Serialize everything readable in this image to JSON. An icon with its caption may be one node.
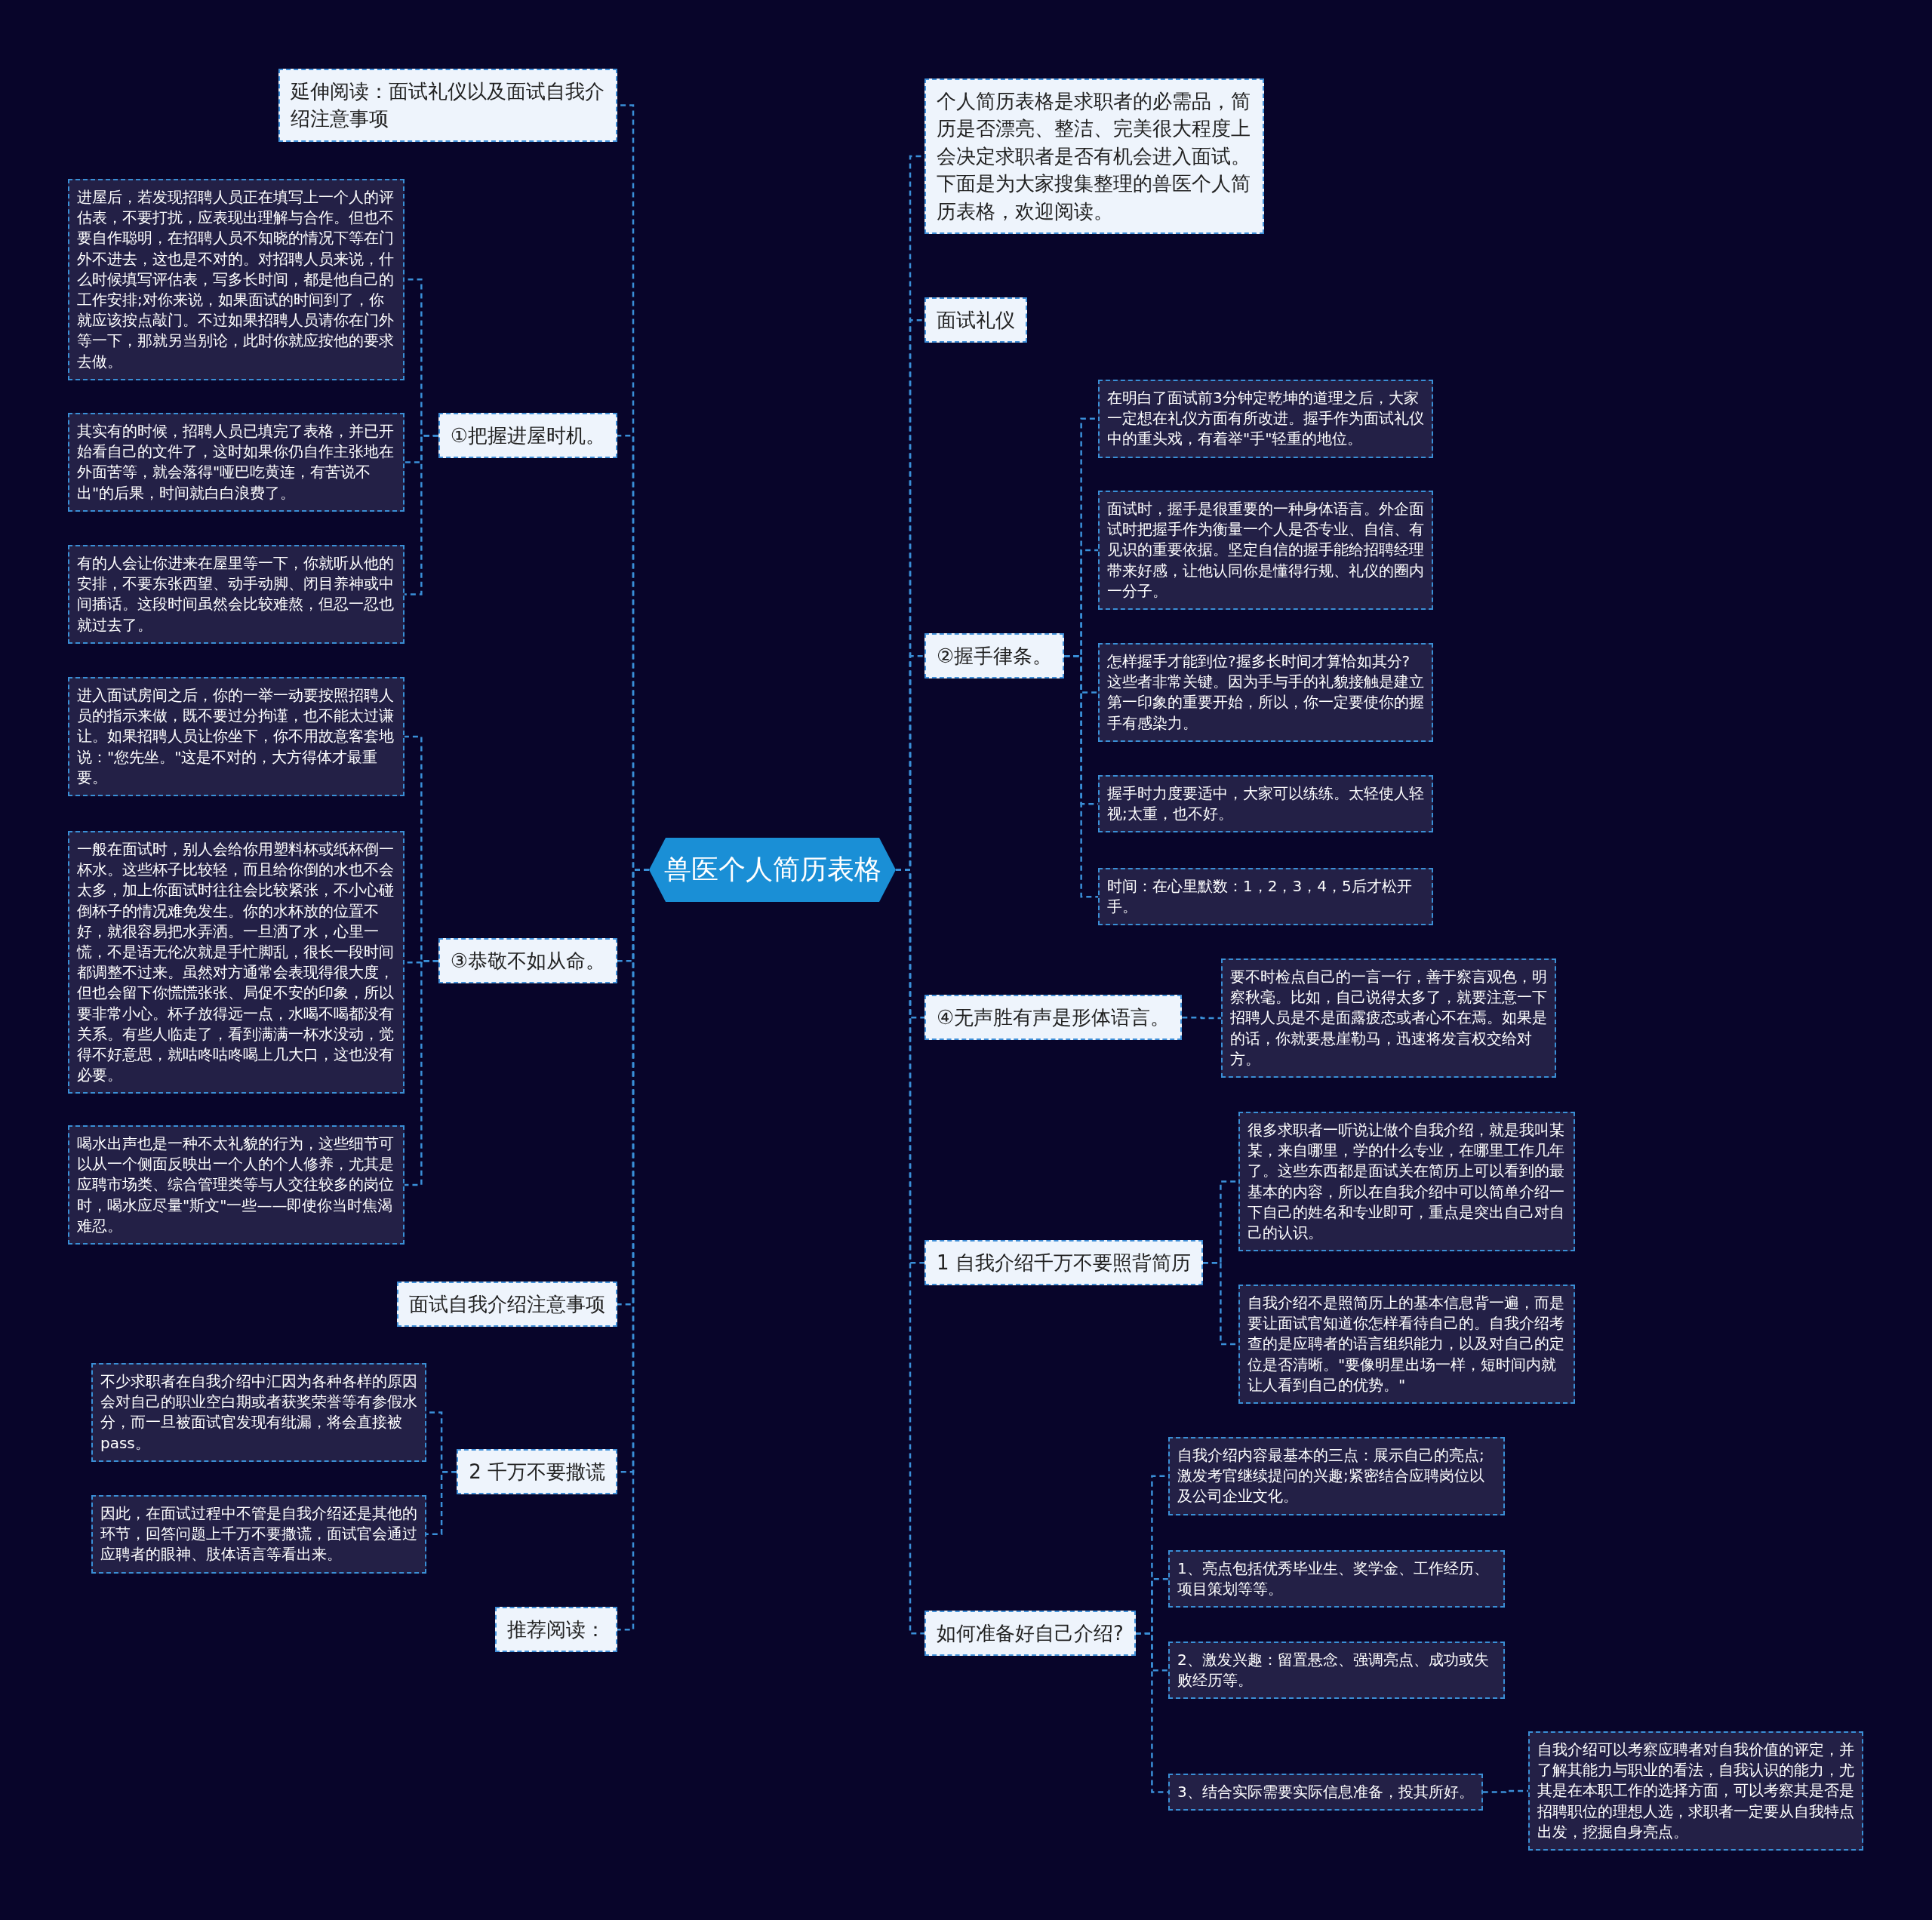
{
  "diagram": {
    "nodes": [
      {
        "text": [
          "兽医个人简历表格"
        ]
      },
      {
        "text": [
          "延伸阅读：面试礼仪以及面试自我介绍注意事项"
        ]
      },
      {
        "text": [
          "①把握进屋时机。"
        ]
      },
      {
        "text": [
          "进屋后，若发现招聘人员正在填写上一个人的评估表，不要打扰，应表现出理解与合作。但也不要自作聪明，在招聘人员不知晓的情况下等在门外不进去，这也是不对的。对招聘人员来说，什么时候填写评估表，写多长时间，都是他自己的工作安排;对你来说，如果面试的时间到了，你就应该按点敲门。不过如果招聘人员请你在门外等一下，那就另当别论，此时你就应按他的要求去做。"
        ]
      },
      {
        "text": [
          "其实有的时候，招聘人员已填完了表格，并已开始看自己的文件了，这时如果你仍自作主张地在外面苦等，就会落得\"哑巴吃黄连，有苦说不出\"的后果，时间就白白浪费了。"
        ]
      },
      {
        "text": [
          "有的人会让你进来在屋里等一下，你就听从他的安排，不要东张西望、动手动脚、闭目养神或中间插话。这段时间虽然会比较难熬，但忍一忍也就过去了。"
        ]
      },
      {
        "text": [
          "③恭敬不如从命。"
        ]
      },
      {
        "text": [
          "进入面试房间之后，你的一举一动要按照招聘人员的指示来做，既不要过分拘谨，也不能太过谦让。如果招聘人员让你坐下，你不用故意客套地说：\"您先坐。\"这是不对的，大方得体才最重要。"
        ]
      },
      {
        "text": [
          "一般在面试时，别人会给你用塑料杯或纸杯倒一杯水。这些杯子比较轻，而且给你倒的水也不会太多，加上你面试时往往会比较紧张，不小心碰倒杯子的情况难免发生。你的水杯放的位置不好，就很容易把水弄洒。一旦洒了水，心里一慌，不是语无伦次就是手忙脚乱，很长一段时间都调整不过来。虽然对方通常会表现得很大度，但也会留下你慌慌张张、局促不安的印象，所以要非常小心。杯子放得远一点，水喝不喝都没有关系。有些人临走了，看到满满一杯水没动，觉得不好意思，就咕咚咕咚喝上几大口，这也没有必要。"
        ]
      },
      {
        "text": [
          "喝水出声也是一种不太礼貌的行为，这些细节可以从一个侧面反映出一个人的个人修养，尤其是应聘市场类、综合管理类等与人交往较多的岗位时，喝水应尽量\"斯文\"一些——即使你当时焦渴难忍。"
        ]
      },
      {
        "text": [
          "面试自我介绍注意事项"
        ]
      },
      {
        "text": [
          "2 千万不要撒谎"
        ]
      },
      {
        "text": [
          "不少求职者在自我介绍中汇因为各种各样的原因会对自己的职业空白期或者获奖荣誉等有参假水分，而一旦被面试官发现有纰漏，将会直接被pass。"
        ]
      },
      {
        "text": [
          "因此，在面试过程中不管是自我介绍还是其他的环节，回答问题上千万不要撒谎，面试官会通过应聘者的眼神、肢体语言等看出来。"
        ]
      },
      {
        "text": [
          "推荐阅读："
        ]
      },
      {
        "text": [
          "个人简历表格是求职者的必需品，简历是否漂亮、整洁、完美很大程度上会决定求职者是否有机会进入面试。下面是为大家搜集整理的兽医个人简历表格，欢迎阅读。"
        ]
      },
      {
        "text": [
          "面试礼仪"
        ]
      },
      {
        "text": [
          "②握手律条。"
        ]
      },
      {
        "text": [
          "在明白了面试前3分钟定乾坤的道理之后，大家一定想在礼仪方面有所改进。握手作为面试礼仪中的重头戏，有着举\"手\"轻重的地位。"
        ]
      },
      {
        "text": [
          "面试时，握手是很重要的一种身体语言。外企面试时把握手作为衡量一个人是否专业、自信、有见识的重要依据。坚定自信的握手能给招聘经理带来好感，让他认同你是懂得行规、礼仪的圈内一分子。"
        ]
      },
      {
        "text": [
          "怎样握手才能到位?握多长时间才算恰如其分?这些者非常关键。因为手与手的礼貌接触是建立第一印象的重要开始，所以，你一定要使你的握手有感染力。"
        ]
      },
      {
        "text": [
          "握手时力度要适中，大家可以练练。太轻使人轻视;太重，也不好。"
        ]
      },
      {
        "text": [
          "时间：在心里默数：1，2，3，4，5后才松开手。"
        ]
      },
      {
        "text": [
          "④无声胜有声是形体语言。"
        ]
      },
      {
        "text": [
          "要不时检点自己的一言一行，善于察言观色，明察秋毫。比如，自己说得太多了，就要注意一下招聘人员是不是面露疲态或者心不在焉。如果是的话，你就要悬崖勒马，迅速将发言权交给对方。"
        ]
      },
      {
        "text": [
          "1 自我介绍千万不要照背简历"
        ]
      },
      {
        "text": [
          "很多求职者一听说让做个自我介绍，就是我叫某某，来自哪里，学的什么专业，在哪里工作几年了。这些东西都是面试关在简历上可以看到的最基本的内容，所以在自我介绍中可以简单介绍一下自己的姓名和专业即可，重点是突出自己对自己的认识。"
        ]
      },
      {
        "text": [
          "自我介绍不是照简历上的基本信息背一遍，而是要让面试官知道你怎样看待自己的。自我介绍考查的是应聘者的语言组织能力，以及对自己的定位是否清晰。\"要像明星出场一样，短时间内就让人看到自己的优势。\""
        ]
      },
      {
        "text": [
          "如何准备好自己介绍?"
        ]
      },
      {
        "text": [
          "自我介绍内容最基本的三点：展示自己的亮点;激发考官继续提问的兴趣;紧密结合应聘岗位以及公司企业文化。"
        ]
      },
      {
        "text": [
          "1、亮点包括优秀毕业生、奖学金、工作经历、项目策划等等。"
        ]
      },
      {
        "text": [
          "2、激发兴趣：留置悬念、强调亮点、成功或失败经历等。"
        ]
      },
      {
        "text": [
          "3、结合实际需要实际信息准备，投其所好。"
        ]
      },
      {
        "text": [
          "自我介绍可以考察应聘者对自我价值的评定，并了解其能力与职业的看法，自我认识的能力，尤其是在本职工作的选择方面，可以考察其是否是招聘职位的理想人选，求职者一定要从自我特点出发，挖掘自身亮点。"
        ]
      }
    ],
    "edges": [
      {
        "from": 0,
        "to": 1,
        "arrow": "none"
      },
      {
        "from": 0,
        "to": 2,
        "arrow": "none"
      },
      {
        "from": 2,
        "to": 3,
        "arrow": "none"
      },
      {
        "from": 2,
        "to": 4,
        "arrow": "none"
      },
      {
        "from": 2,
        "to": 5,
        "arrow": "none"
      },
      {
        "from": 0,
        "to": 6,
        "arrow": "none"
      },
      {
        "from": 6,
        "to": 7,
        "arrow": "none"
      },
      {
        "from": 6,
        "to": 8,
        "arrow": "none"
      },
      {
        "from": 6,
        "to": 9,
        "arrow": "none"
      },
      {
        "from": 0,
        "to": 10,
        "arrow": "none"
      },
      {
        "from": 0,
        "to": 11,
        "arrow": "none"
      },
      {
        "from": 11,
        "to": 12,
        "arrow": "none"
      },
      {
        "from": 11,
        "to": 13,
        "arrow": "none"
      },
      {
        "from": 0,
        "to": 14,
        "arrow": "none"
      },
      {
        "from": 0,
        "to": 15,
        "arrow": "none"
      },
      {
        "from": 0,
        "to": 16,
        "arrow": "none"
      },
      {
        "from": 0,
        "to": 17,
        "arrow": "none"
      },
      {
        "from": 17,
        "to": 18,
        "arrow": "none"
      },
      {
        "from": 17,
        "to": 19,
        "arrow": "none"
      },
      {
        "from": 17,
        "to": 20,
        "arrow": "none"
      },
      {
        "from": 17,
        "to": 21,
        "arrow": "none"
      },
      {
        "from": 17,
        "to": 22,
        "arrow": "none"
      },
      {
        "from": 0,
        "to": 23,
        "arrow": "none"
      },
      {
        "from": 23,
        "to": 24,
        "arrow": "none"
      },
      {
        "from": 0,
        "to": 25,
        "arrow": "none"
      },
      {
        "from": 25,
        "to": 26,
        "arrow": "none"
      },
      {
        "from": 25,
        "to": 27,
        "arrow": "none"
      },
      {
        "from": 0,
        "to": 28,
        "arrow": "none"
      },
      {
        "from": 28,
        "to": 29,
        "arrow": "none"
      },
      {
        "from": 28,
        "to": 30,
        "arrow": "none"
      },
      {
        "from": 28,
        "to": 31,
        "arrow": "none"
      },
      {
        "from": 28,
        "to": 32,
        "arrow": "none"
      },
      {
        "from": 32,
        "to": 33,
        "arrow": "none"
      }
    ]
  }
}
